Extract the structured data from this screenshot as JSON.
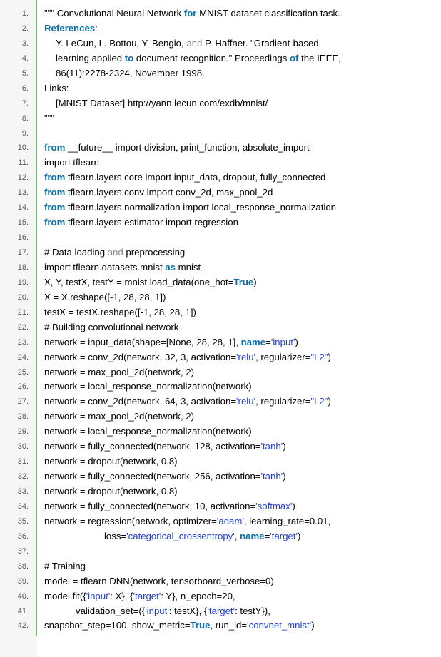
{
  "lines": [
    {
      "n": "1.",
      "indent": 0,
      "tokens": [
        {
          "t": "\"\"\" Convolutional Neural Network ",
          "c": ""
        },
        {
          "t": "for",
          "c": "kw"
        },
        {
          "t": " MNIST dataset classification task.",
          "c": ""
        }
      ]
    },
    {
      "n": "2.",
      "indent": 0,
      "tokens": [
        {
          "t": "References",
          "c": "kw"
        },
        {
          "t": ":",
          "c": ""
        }
      ]
    },
    {
      "n": "3.",
      "indent": 16,
      "tokens": [
        {
          "t": "Y. LeCun, L. Bottou, Y. Bengio, ",
          "c": ""
        },
        {
          "t": "and",
          "c": "op"
        },
        {
          "t": " P. Haffner. \"Gradient-based",
          "c": ""
        }
      ]
    },
    {
      "n": "4.",
      "indent": 16,
      "tokens": [
        {
          "t": "learning applied ",
          "c": ""
        },
        {
          "t": "to",
          "c": "kw"
        },
        {
          "t": " document recognition.\" Proceedings ",
          "c": ""
        },
        {
          "t": "of",
          "c": "kw"
        },
        {
          "t": " the IEEE,",
          "c": ""
        }
      ]
    },
    {
      "n": "5.",
      "indent": 16,
      "tokens": [
        {
          "t": "86(11):2278-2324, November 1998.",
          "c": ""
        }
      ]
    },
    {
      "n": "6.",
      "indent": 0,
      "tokens": [
        {
          "t": "Links:",
          "c": ""
        }
      ]
    },
    {
      "n": "7.",
      "indent": 16,
      "tokens": [
        {
          "t": "[MNIST Dataset] http://yann.lecun.com/exdb/mnist/",
          "c": ""
        }
      ]
    },
    {
      "n": "8.",
      "indent": 0,
      "tokens": [
        {
          "t": "\"\"\"",
          "c": ""
        }
      ]
    },
    {
      "n": "9.",
      "indent": 0,
      "tokens": []
    },
    {
      "n": "10.",
      "indent": 0,
      "tokens": [
        {
          "t": "from",
          "c": "kw"
        },
        {
          "t": " __future__ import division, print_function, absolute_import",
          "c": ""
        }
      ]
    },
    {
      "n": "11.",
      "indent": 0,
      "tokens": [
        {
          "t": "import tflearn",
          "c": ""
        }
      ]
    },
    {
      "n": "12.",
      "indent": 0,
      "tokens": [
        {
          "t": "from",
          "c": "kw"
        },
        {
          "t": " tflearn.layers.core import input_data, dropout, fully_connected",
          "c": ""
        }
      ]
    },
    {
      "n": "13.",
      "indent": 0,
      "tokens": [
        {
          "t": "from",
          "c": "kw"
        },
        {
          "t": " tflearn.layers.conv import conv_2d, max_pool_2d",
          "c": ""
        }
      ]
    },
    {
      "n": "14.",
      "indent": 0,
      "tokens": [
        {
          "t": "from",
          "c": "kw"
        },
        {
          "t": " tflearn.layers.normalization import local_response_normalization",
          "c": ""
        }
      ]
    },
    {
      "n": "15.",
      "indent": 0,
      "tokens": [
        {
          "t": "from",
          "c": "kw"
        },
        {
          "t": " tflearn.layers.estimator import regression",
          "c": ""
        }
      ]
    },
    {
      "n": "16.",
      "indent": 0,
      "tokens": []
    },
    {
      "n": "17.",
      "indent": 0,
      "tokens": [
        {
          "t": "# Data loading ",
          "c": ""
        },
        {
          "t": "and",
          "c": "op"
        },
        {
          "t": " preprocessing",
          "c": ""
        }
      ]
    },
    {
      "n": "18.",
      "indent": 0,
      "tokens": [
        {
          "t": "import tflearn.datasets.mnist ",
          "c": ""
        },
        {
          "t": "as",
          "c": "kw"
        },
        {
          "t": " mnist",
          "c": ""
        }
      ]
    },
    {
      "n": "19.",
      "indent": 0,
      "tokens": [
        {
          "t": "X, Y, testX, testY = mnist.load_data(one_hot=",
          "c": ""
        },
        {
          "t": "True",
          "c": "kw"
        },
        {
          "t": ")",
          "c": ""
        }
      ]
    },
    {
      "n": "20.",
      "indent": 0,
      "tokens": [
        {
          "t": "X = X.reshape([-1, 28, 28, 1])",
          "c": ""
        }
      ]
    },
    {
      "n": "21.",
      "indent": 0,
      "tokens": [
        {
          "t": "testX = testX.reshape([-1, 28, 28, 1])",
          "c": ""
        }
      ]
    },
    {
      "n": "22.",
      "indent": 0,
      "tokens": [
        {
          "t": "# Building convolutional network",
          "c": ""
        }
      ]
    },
    {
      "n": "23.",
      "indent": 0,
      "tokens": [
        {
          "t": "network = input_data(shape=[None, 28, 28, 1], ",
          "c": ""
        },
        {
          "t": "name",
          "c": "kw"
        },
        {
          "t": "=",
          "c": ""
        },
        {
          "t": "'input'",
          "c": "str"
        },
        {
          "t": ")",
          "c": ""
        }
      ]
    },
    {
      "n": "24.",
      "indent": 0,
      "tokens": [
        {
          "t": "network = conv_2d(network, 32, 3, activation=",
          "c": ""
        },
        {
          "t": "'relu'",
          "c": "str"
        },
        {
          "t": ", regularizer=",
          "c": ""
        },
        {
          "t": "\"L2\"",
          "c": "str"
        },
        {
          "t": ")",
          "c": ""
        }
      ]
    },
    {
      "n": "25.",
      "indent": 0,
      "tokens": [
        {
          "t": "network = max_pool_2d(network, 2)",
          "c": ""
        }
      ]
    },
    {
      "n": "26.",
      "indent": 0,
      "tokens": [
        {
          "t": "network = local_response_normalization(network)",
          "c": ""
        }
      ]
    },
    {
      "n": "27.",
      "indent": 0,
      "tokens": [
        {
          "t": "network = conv_2d(network, 64, 3, activation=",
          "c": ""
        },
        {
          "t": "'relu'",
          "c": "str"
        },
        {
          "t": ", regularizer=",
          "c": ""
        },
        {
          "t": "\"L2\"",
          "c": "str"
        },
        {
          "t": ")",
          "c": ""
        }
      ]
    },
    {
      "n": "28.",
      "indent": 0,
      "tokens": [
        {
          "t": "network = max_pool_2d(network, 2)",
          "c": ""
        }
      ]
    },
    {
      "n": "29.",
      "indent": 0,
      "tokens": [
        {
          "t": "network = local_response_normalization(network)",
          "c": ""
        }
      ]
    },
    {
      "n": "30.",
      "indent": 0,
      "tokens": [
        {
          "t": "network = fully_connected(network, 128, activation=",
          "c": ""
        },
        {
          "t": "'tanh'",
          "c": "str"
        },
        {
          "t": ")",
          "c": ""
        }
      ]
    },
    {
      "n": "31.",
      "indent": 0,
      "tokens": [
        {
          "t": "network = dropout(network, 0.8)",
          "c": ""
        }
      ]
    },
    {
      "n": "32.",
      "indent": 0,
      "tokens": [
        {
          "t": "network = fully_connected(network, 256, activation=",
          "c": ""
        },
        {
          "t": "'tanh'",
          "c": "str"
        },
        {
          "t": ")",
          "c": ""
        }
      ]
    },
    {
      "n": "33.",
      "indent": 0,
      "tokens": [
        {
          "t": "network = dropout(network, 0.8)",
          "c": ""
        }
      ]
    },
    {
      "n": "34.",
      "indent": 0,
      "tokens": [
        {
          "t": "network = fully_connected(network, 10, activation=",
          "c": ""
        },
        {
          "t": "'softmax'",
          "c": "str"
        },
        {
          "t": ")",
          "c": ""
        }
      ]
    },
    {
      "n": "35.",
      "indent": 0,
      "tokens": [
        {
          "t": "network = regression(network, optimizer=",
          "c": ""
        },
        {
          "t": "'adam'",
          "c": "str"
        },
        {
          "t": ", learning_rate=0.01,",
          "c": ""
        }
      ]
    },
    {
      "n": "36.",
      "indent": 84,
      "tokens": [
        {
          "t": "loss=",
          "c": ""
        },
        {
          "t": "'categorical_crossentropy'",
          "c": "str"
        },
        {
          "t": ", ",
          "c": ""
        },
        {
          "t": "name",
          "c": "kw"
        },
        {
          "t": "=",
          "c": ""
        },
        {
          "t": "'target'",
          "c": "str"
        },
        {
          "t": ")",
          "c": ""
        }
      ]
    },
    {
      "n": "37.",
      "indent": 0,
      "tokens": []
    },
    {
      "n": "38.",
      "indent": 0,
      "tokens": [
        {
          "t": "# Training",
          "c": ""
        }
      ]
    },
    {
      "n": "39.",
      "indent": 0,
      "tokens": [
        {
          "t": "model = tflearn.DNN(network, tensorboard_verbose=0)",
          "c": ""
        }
      ]
    },
    {
      "n": "40.",
      "indent": 0,
      "tokens": [
        {
          "t": "model.fit({",
          "c": ""
        },
        {
          "t": "'input'",
          "c": "str"
        },
        {
          "t": ": X}, {",
          "c": ""
        },
        {
          "t": "'target'",
          "c": "str"
        },
        {
          "t": ": Y}, n_epoch=20,",
          "c": ""
        }
      ]
    },
    {
      "n": "41.",
      "indent": 44,
      "tokens": [
        {
          "t": "validation_set=({",
          "c": ""
        },
        {
          "t": "'input'",
          "c": "str"
        },
        {
          "t": ": testX}, {",
          "c": ""
        },
        {
          "t": "'target'",
          "c": "str"
        },
        {
          "t": ": testY}),",
          "c": ""
        }
      ]
    },
    {
      "n": "42.",
      "indent": 0,
      "tokens": [
        {
          "t": "snapshot_step=100, show_metric=",
          "c": ""
        },
        {
          "t": "True",
          "c": "kw"
        },
        {
          "t": ", run_id=",
          "c": ""
        },
        {
          "t": "'convnet_mnist'",
          "c": "str"
        },
        {
          "t": ")",
          "c": ""
        }
      ]
    }
  ]
}
